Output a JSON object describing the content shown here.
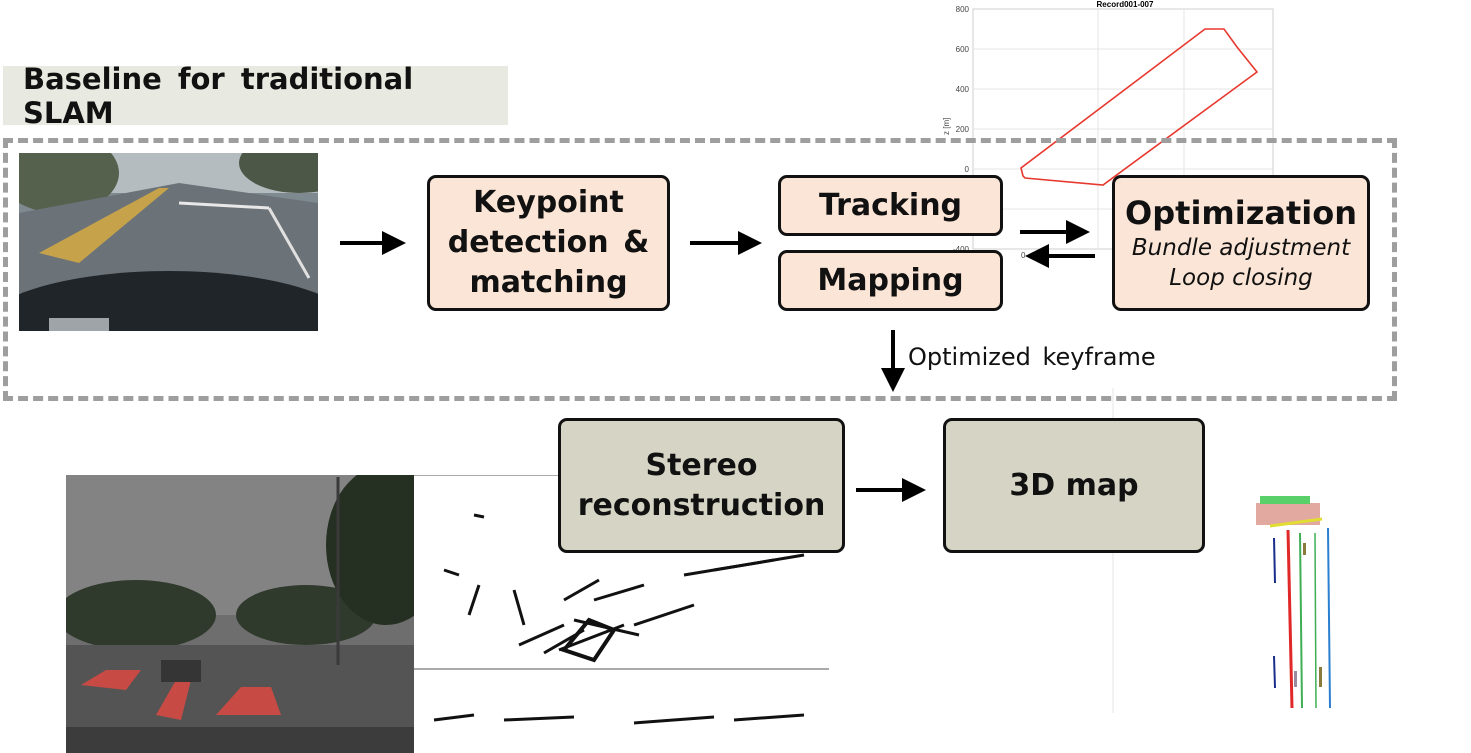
{
  "title": "Baseline for traditional SLAM",
  "boxes": {
    "keypoint": [
      "Keypoint",
      "detection &",
      "matching"
    ],
    "tracking": "Tracking",
    "mapping": "Mapping",
    "optimization": {
      "title": "Optimization",
      "line1": "Bundle adjustment",
      "line2": "Loop closing"
    },
    "stereo": [
      "Stereo",
      "reconstruction"
    ],
    "map3d": "3D map"
  },
  "arrow_label": "Optimized keyframe",
  "trajectory_plot": {
    "title": "Record001-007",
    "ylabel": "z [m]",
    "y_ticks": [
      "800",
      "600",
      "400",
      "200",
      "0",
      "-400"
    ],
    "x_ticks": [
      "0"
    ]
  },
  "colors": {
    "pink_box": "#fbe5d6",
    "gray_box": "#d6d5c5",
    "dashed_border": "#9e9e9e",
    "trajectory": "#e8382e"
  }
}
